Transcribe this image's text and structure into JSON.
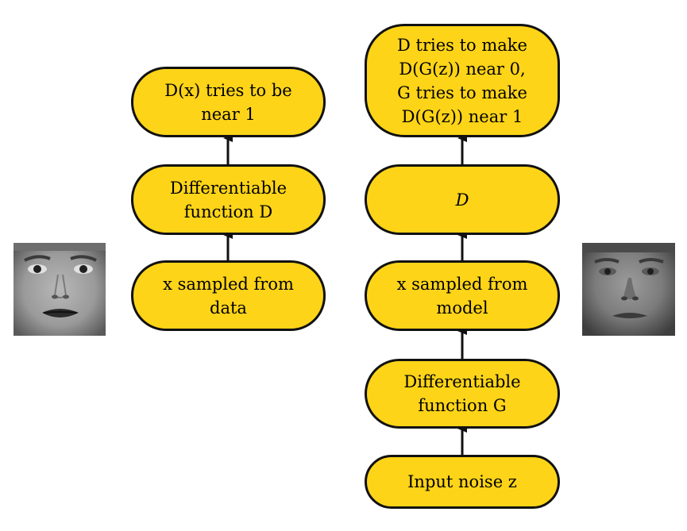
{
  "real_branch": {
    "top_lines": [
      "D(x) tries to be",
      "near 1"
    ],
    "mid_lines": [
      "Differentiable",
      "function D"
    ],
    "bottom_lines": [
      "x sampled from",
      "data"
    ]
  },
  "fake_branch": {
    "top_lines": [
      "D tries to make",
      "D(G(z)) near 0,",
      "G tries to make",
      "D(G(z)) near 1"
    ],
    "d_label": "D",
    "sample_lines": [
      "x sampled from",
      "model"
    ],
    "gen_lines": [
      "Differentiable",
      "function G"
    ],
    "noise_label": "Input noise z"
  },
  "colors": {
    "node_fill": "#fdd418",
    "node_border": "#111111",
    "arrow": "#111111"
  },
  "images": {
    "left": "real-face-photo",
    "right": "generated-face-photo"
  }
}
